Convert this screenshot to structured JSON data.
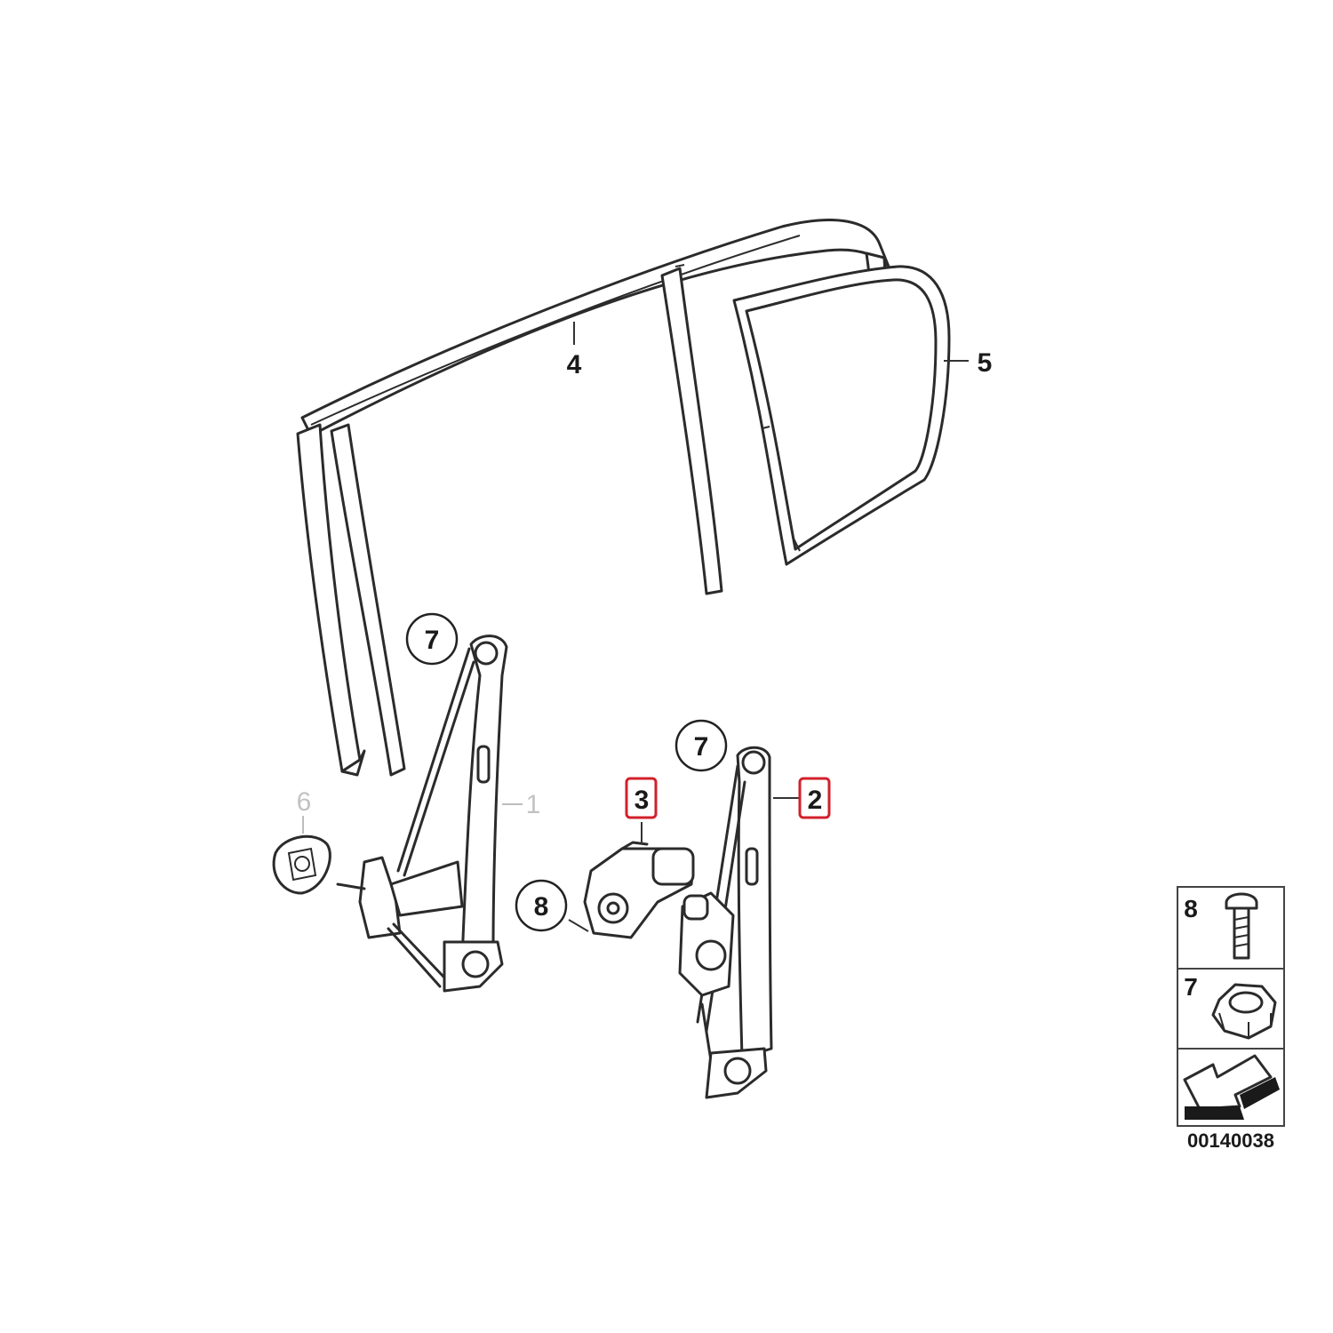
{
  "callouts": {
    "seal_top": "4",
    "seal_rear_frame": "5",
    "regulator_front": "1",
    "regulator_rear": "2",
    "motor": "3",
    "clip": "6",
    "nut_front": "7",
    "nut_rear": "7",
    "bolt_motor": "8"
  },
  "legend": {
    "bolt_number": "8",
    "nut_number": "7",
    "items": [
      "bolt-icon",
      "hex-nut-icon",
      "arrow-icon"
    ]
  },
  "document_number": "00140038",
  "highlight_color": "#d2202a"
}
